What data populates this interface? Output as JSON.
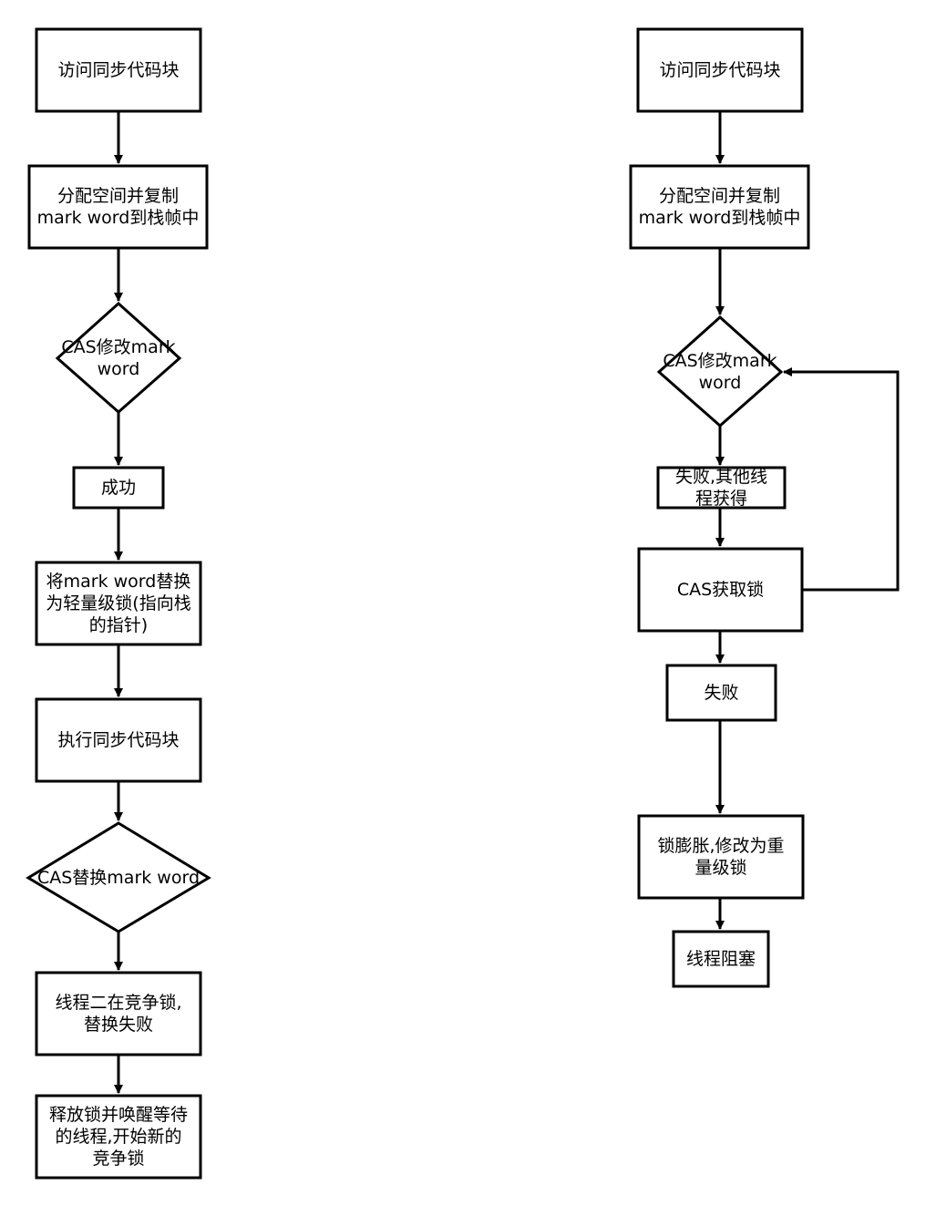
{
  "left_flow": {
    "access": "访问同步代码块",
    "allocate": "分配空间并复制\nmark word到栈帧中",
    "cas_modify": "CAS修改mark\nword",
    "success": "成功",
    "replace": "将mark word替换\n为轻量级锁(指向栈\n的指针)",
    "execute": "执行同步代码块",
    "cas_replace": "CAS替换mark word",
    "thread2": "线程二在竞争锁,\n替换失败",
    "release": "释放锁并唤醒等待\n的线程,开始新的\n竞争锁"
  },
  "right_flow": {
    "access": "访问同步代码块",
    "allocate": "分配空间并复制\nmark word到栈帧中",
    "cas_modify": "CAS修改mark\nword",
    "fail_other": "失败,其他线\n程获得",
    "cas_acquire": "CAS获取锁",
    "fail": "失败",
    "inflate": "锁膨胀,修改为重\n量级锁",
    "block": "线程阻塞"
  }
}
